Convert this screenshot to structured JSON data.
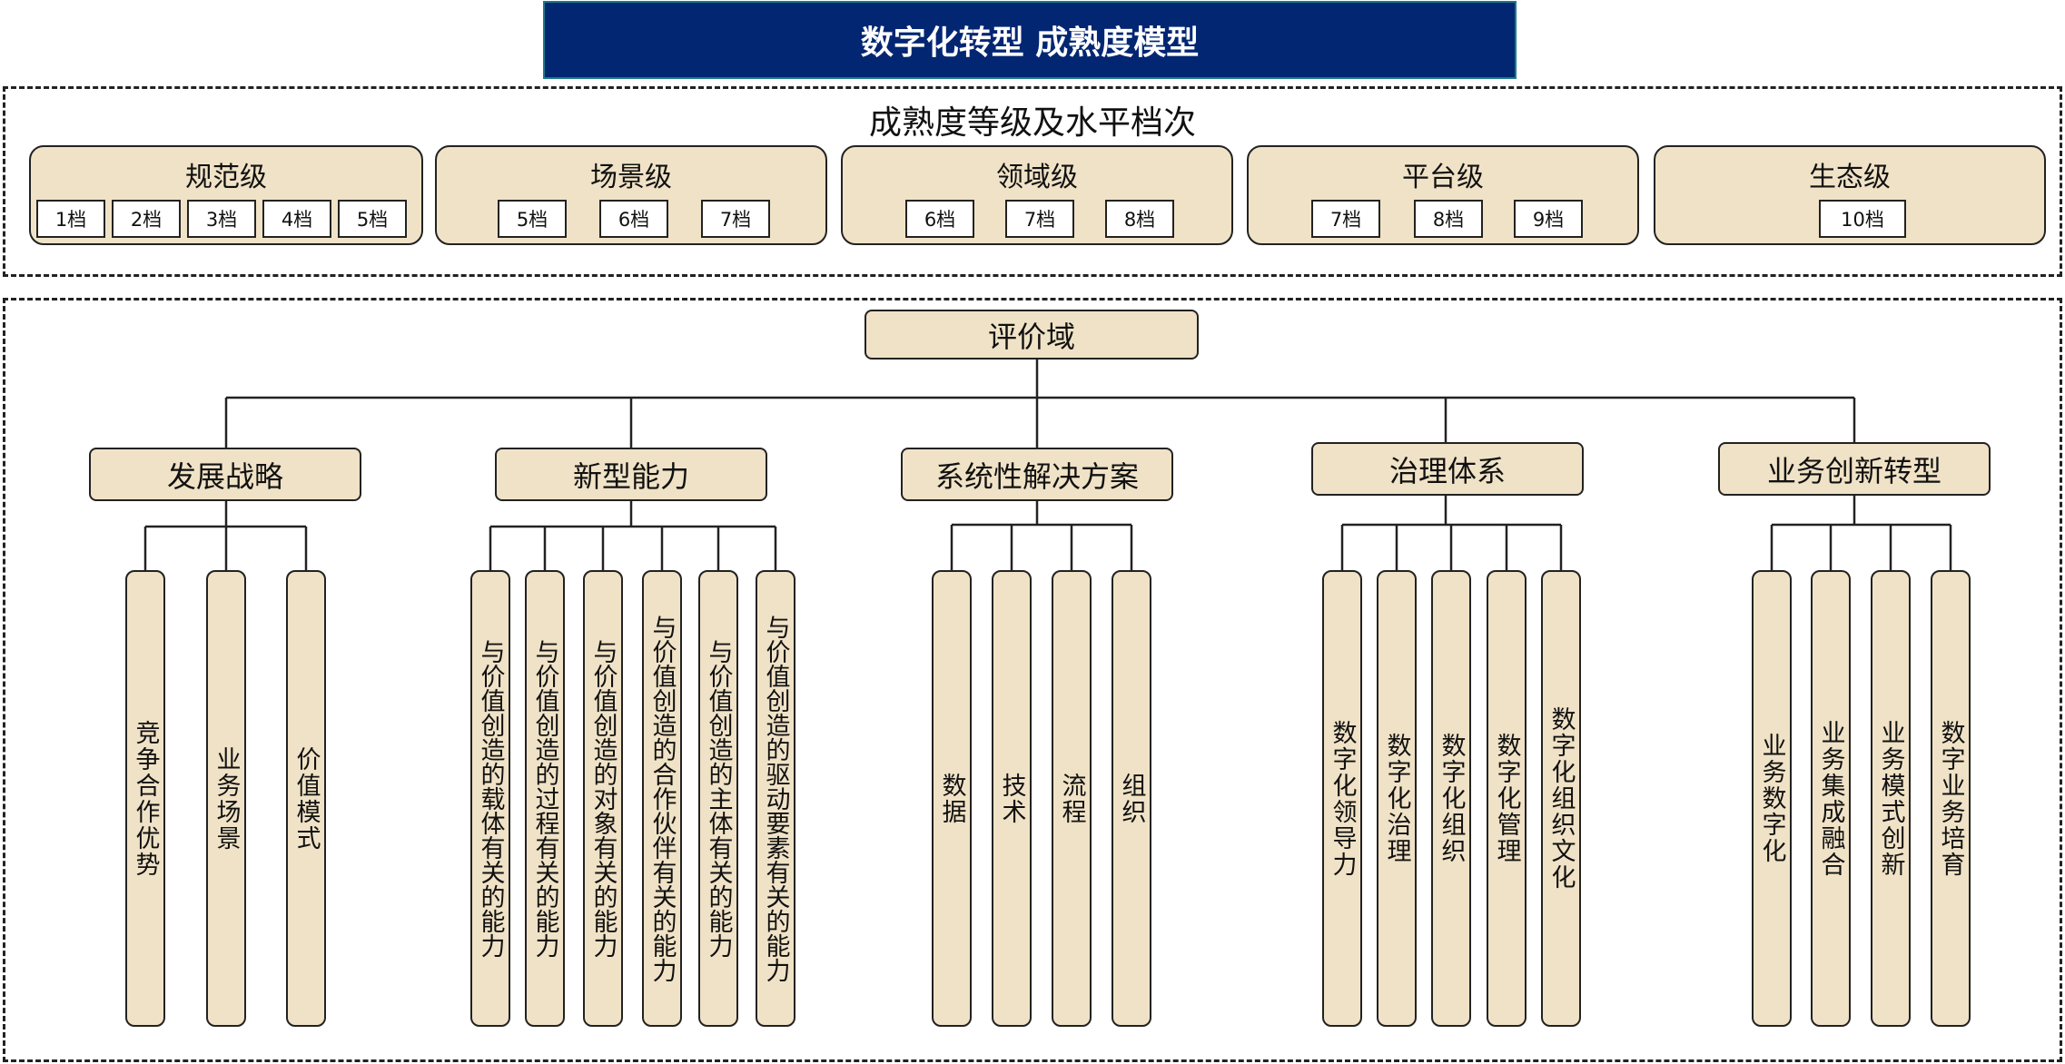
{
  "title": "数字化转型 成熟度模型",
  "levels_section": {
    "heading": "成熟度等级及水平档次",
    "levels": [
      {
        "name": "规范级",
        "tiers": [
          "1档",
          "2档",
          "3档",
          "4档",
          "5档"
        ]
      },
      {
        "name": "场景级",
        "tiers": [
          "5档",
          "6档",
          "7档"
        ]
      },
      {
        "name": "领域级",
        "tiers": [
          "6档",
          "7档",
          "8档"
        ]
      },
      {
        "name": "平台级",
        "tiers": [
          "7档",
          "8档",
          "9档"
        ]
      },
      {
        "name": "生态级",
        "tiers": [
          "10档"
        ]
      }
    ]
  },
  "domain_section": {
    "root": "评价域",
    "categories": [
      {
        "name": "发展战略",
        "items": [
          "竞争合作优势",
          "业务场景",
          "价值模式"
        ]
      },
      {
        "name": "新型能力",
        "items": [
          "与价值创造的载体有关的能力",
          "与价值创造的过程有关的能力",
          "与价值创造的对象有关的能力",
          "与价值创造的合作伙伴有关的能力",
          "与价值创造的主体有关的能力",
          "与价值创造的驱动要素有关的能力"
        ]
      },
      {
        "name": "系统性解决方案",
        "items": [
          "数据",
          "技术",
          "流程",
          "组织"
        ]
      },
      {
        "name": "治理体系",
        "items": [
          "数字化领导力",
          "数字化治理",
          "数字化组织",
          "数字化管理",
          "数字化组织文化"
        ]
      },
      {
        "name": "业务创新转型",
        "items": [
          "业务数字化",
          "业务集成融合",
          "业务模式创新",
          "数字业务培育"
        ]
      }
    ]
  },
  "colors": {
    "title_bg": "#032672",
    "title_text": "#ffffff",
    "box_fill": "#f0e2c6",
    "tier_fill": "#ffffff",
    "line": "#222222"
  }
}
